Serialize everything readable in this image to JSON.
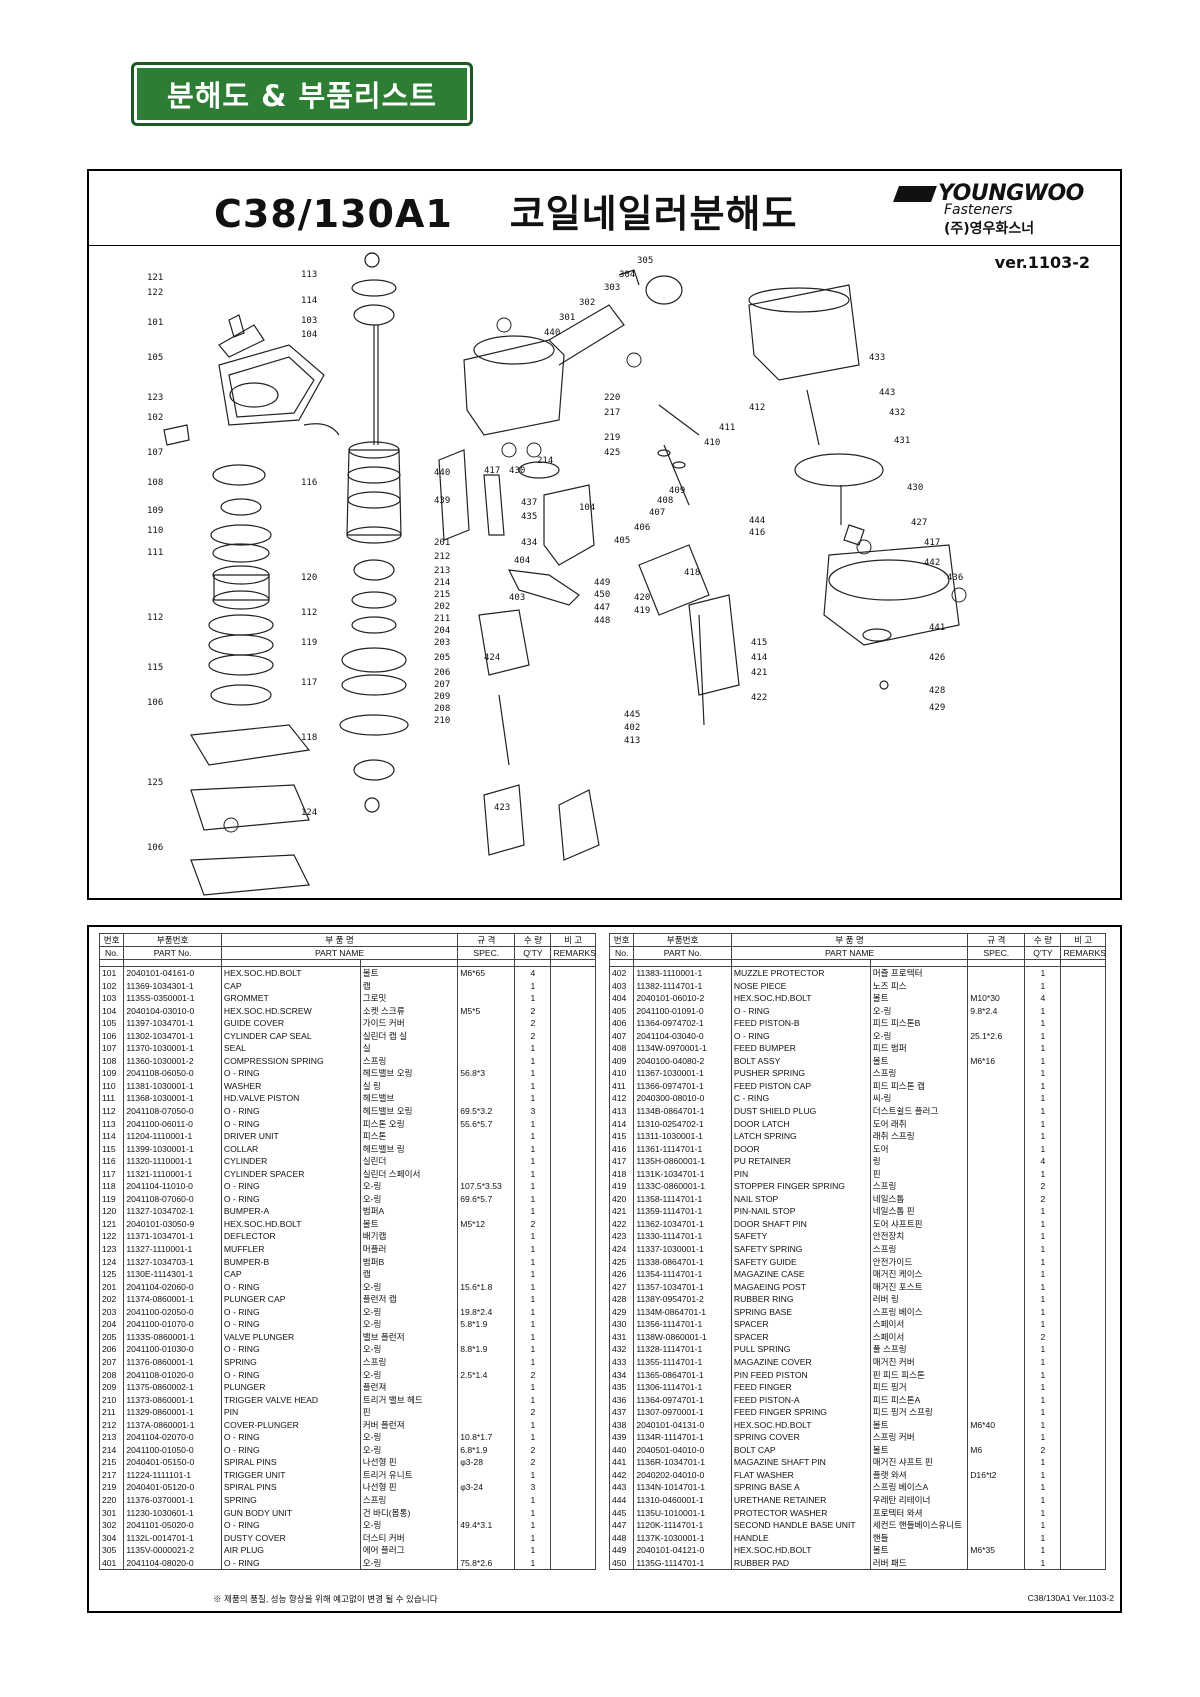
{
  "header": {
    "title": "분해도 & 부품리스트"
  },
  "diagram": {
    "title": "C38/130A1    코일네일러분해도",
    "brand": {
      "logo": "YOUNGWOO",
      "sub": "Fasteners",
      "kr": "(주)영우화스너"
    },
    "version": "ver.1103-2",
    "callouts": [
      "121",
      "122",
      "101",
      "105",
      "123",
      "102",
      "107",
      "108",
      "109",
      "110",
      "111",
      "112",
      "115",
      "106",
      "125",
      "106",
      "113",
      "114",
      "103",
      "104",
      "116",
      "120",
      "112",
      "119",
      "117",
      "118",
      "124",
      "440",
      "439",
      "201",
      "212",
      "213",
      "214",
      "215",
      "202",
      "211",
      "204",
      "203",
      "205",
      "206",
      "207",
      "209",
      "208",
      "210",
      "424",
      "423",
      "305",
      "304",
      "303",
      "302",
      "301",
      "440",
      "220",
      "217",
      "219",
      "425",
      "214",
      "417",
      "430",
      "437",
      "435",
      "434",
      "404",
      "403",
      "104",
      "405",
      "406",
      "407",
      "408",
      "409",
      "410",
      "411",
      "412",
      "449",
      "450",
      "447",
      "448",
      "420",
      "419",
      "418",
      "416",
      "444",
      "415",
      "414",
      "421",
      "422",
      "445",
      "402",
      "413",
      "433",
      "443",
      "432",
      "431",
      "430",
      "427",
      "417",
      "442",
      "436",
      "441",
      "426",
      "428",
      "429"
    ]
  },
  "table_headers": {
    "no_kr": "번호",
    "no_en": "No.",
    "part_no_kr": "부품번호",
    "part_no_en": "PART No.",
    "name_kr": "부 품 명",
    "name_en": "PART NAME",
    "spec_kr": "규 격",
    "spec_en": "SPEC.",
    "qty_kr": "수 량",
    "qty_en": "Q'TY",
    "rem_kr": "비 고",
    "rem_en": "REMARKS"
  },
  "left_rows": [
    [
      "101",
      "2040101-04161-0",
      "HEX.SOC.HD.BOLT",
      "볼트",
      "M6*65",
      "4"
    ],
    [
      "102",
      "11369-1034301-1",
      "CAP",
      "캡",
      "",
      "1"
    ],
    [
      "103",
      "1135S-0350001-1",
      "GROMMET",
      "그로밋",
      "",
      "1"
    ],
    [
      "104",
      "2040104-03010-0",
      "HEX.SOC.HD.SCREW",
      "소켓 스크류",
      "M5*5",
      "2"
    ],
    [
      "105",
      "11397-1034701-1",
      "GUIDE COVER",
      "가이드 커버",
      "",
      "2"
    ],
    [
      "106",
      "11302-1034701-1",
      "CYLINDER CAP SEAL",
      "실린더 캡 실",
      "",
      "2"
    ],
    [
      "107",
      "11370-1030001-1",
      "SEAL",
      "실",
      "",
      "1"
    ],
    [
      "108",
      "11360-1030001-2",
      "COMPRESSION SPRING",
      "스프링",
      "",
      "1"
    ],
    [
      "109",
      "2041108-06050-0",
      "O - RING",
      "헤드밸브 오링",
      "56.8*3",
      "1"
    ],
    [
      "110",
      "11381-1030001-1",
      "WASHER",
      "실 링",
      "",
      "1"
    ],
    [
      "111",
      "11368-1030001-1",
      "HD.VALVE PISTON",
      "헤드밸브",
      "",
      "1"
    ],
    [
      "112",
      "2041108-07050-0",
      "O - RING",
      "헤드밸브 오링",
      "69.5*3.2",
      "3"
    ],
    [
      "113",
      "2041100-06011-0",
      "O - RING",
      "피스톤 오링",
      "55.6*5.7",
      "1"
    ],
    [
      "114",
      "11204-1110001-1",
      "DRIVER UNIT",
      "피스톤",
      "",
      "1"
    ],
    [
      "115",
      "11399-1030001-1",
      "COLLAR",
      "헤드밸브 링",
      "",
      "1"
    ],
    [
      "116",
      "11320-1110001-1",
      "CYLINDER",
      "실린더",
      "",
      "1"
    ],
    [
      "117",
      "11321-1110001-1",
      "CYLINDER SPACER",
      "실린더 스페이서",
      "",
      "1"
    ],
    [
      "118",
      "2041104-11010-0",
      "O - RING",
      "오-링",
      "107.5*3.53",
      "1"
    ],
    [
      "119",
      "2041108-07060-0",
      "O - RING",
      "오-링",
      "69.6*5.7",
      "1"
    ],
    [
      "120",
      "11327-1034702-1",
      "BUMPER-A",
      "범퍼A",
      "",
      "1"
    ],
    [
      "121",
      "2040101-03050-9",
      "HEX.SOC.HD.BOLT",
      "볼트",
      "M5*12",
      "2"
    ],
    [
      "122",
      "11371-1034701-1",
      "DEFLECTOR",
      "배기캡",
      "",
      "1"
    ],
    [
      "123",
      "11327-1110001-1",
      "MUFFLER",
      "머플러",
      "",
      "1"
    ],
    [
      "124",
      "11327-1034703-1",
      "BUMPER-B",
      "범퍼B",
      "",
      "1"
    ],
    [
      "125",
      "1130E-1114301-1",
      "CAP",
      "캡",
      "",
      "1"
    ],
    [
      "201",
      "2041104-02060-0",
      "O - RING",
      "오-링",
      "15.6*1.8",
      "1"
    ],
    [
      "202",
      "11374-0860001-1",
      "PLUNGER CAP",
      "플런저 캡",
      "",
      "1"
    ],
    [
      "203",
      "2041100-02050-0",
      "O - RING",
      "오-링",
      "19.8*2.4",
      "1"
    ],
    [
      "204",
      "2041100-01070-0",
      "O - RING",
      "오-링",
      "5.8*1.9",
      "1"
    ],
    [
      "205",
      "1133S-0860001-1",
      "VALVE PLUNGER",
      "밸브 플런저",
      "",
      "1"
    ],
    [
      "206",
      "2041100-01030-0",
      "O - RING",
      "오-링",
      "8.8*1.9",
      "1"
    ],
    [
      "207",
      "11376-0860001-1",
      "SPRING",
      "스프링",
      "",
      "1"
    ],
    [
      "208",
      "2041108-01020-0",
      "O - RING",
      "오-링",
      "2.5*1.4",
      "2"
    ],
    [
      "209",
      "11375-0860002-1",
      "PLUNGER",
      "플런져",
      "",
      "1"
    ],
    [
      "210",
      "11373-0860001-1",
      "TRIGGER VALVE HEAD",
      "트리거 밸브 헤드",
      "",
      "1"
    ],
    [
      "211",
      "11329-0860001-1",
      "PIN",
      "핀",
      "",
      "2"
    ],
    [
      "212",
      "1137A-0860001-1",
      "COVER-PLUNGER",
      "커버 플런져",
      "",
      "1"
    ],
    [
      "213",
      "2041104-02070-0",
      "O - RING",
      "오-링",
      "10.8*1.7",
      "1"
    ],
    [
      "214",
      "2041100-01050-0",
      "O - RING",
      "오-링",
      "6.8*1.9",
      "2"
    ],
    [
      "215",
      "2040401-05150-0",
      "SPIRAL PINS",
      "나선형 핀",
      "φ3-28",
      "2"
    ],
    [
      "217",
      "11224-1111101-1",
      "TRIGGER UNIT",
      "트리거 유니트",
      "",
      "1"
    ],
    [
      "219",
      "2040401-05120-0",
      "SPIRAL PINS",
      "나선형 핀",
      "φ3-24",
      "3"
    ],
    [
      "220",
      "11376-0370001-1",
      "SPRING",
      "스프링",
      "",
      "1"
    ],
    [
      "301",
      "11230-1030601-1",
      "GUN BODY UNIT",
      "건 바디(몸통)",
      "",
      "1"
    ],
    [
      "302",
      "2041101-05020-0",
      "O - RING",
      "오-링",
      "49.4*3.1",
      "1"
    ],
    [
      "304",
      "1132L-0014701-1",
      "DUSTY COVER",
      "더스티 커버",
      "",
      "1"
    ],
    [
      "305",
      "1135V-0000021-2",
      "AIR PLUG",
      "에어 플러그",
      "",
      "1"
    ],
    [
      "401",
      "2041104-08020-0",
      "O - RING",
      "오-링",
      "75.8*2.6",
      "1"
    ]
  ],
  "right_rows": [
    [
      "402",
      "11383-1110001-1",
      "MUZZLE PROTECTOR",
      "머즐 프로텍터",
      "",
      "1"
    ],
    [
      "403",
      "11382-1114701-1",
      "NOSE PIECE",
      "노즈 피스",
      "",
      "1"
    ],
    [
      "404",
      "2040101-06010-2",
      "HEX.SOC.HD.BOLT",
      "볼트",
      "M10*30",
      "4"
    ],
    [
      "405",
      "2041100-01091-0",
      "O - RING",
      "오-링",
      "9.8*2.4",
      "1"
    ],
    [
      "406",
      "11364-0974702-1",
      "FEED PISTON-B",
      "피드 피스톤B",
      "",
      "1"
    ],
    [
      "407",
      "2041104-03040-0",
      "O - RING",
      "오-링",
      "25.1*2.6",
      "1"
    ],
    [
      "408",
      "1134W-0970001-1",
      "FEED BUMPER",
      "피드 범퍼",
      "",
      "1"
    ],
    [
      "409",
      "2040100-04080-2",
      "BOLT ASSY",
      "볼트",
      "M6*16",
      "1"
    ],
    [
      "410",
      "11367-1030001-1",
      "PUSHER SPRING",
      "스프링",
      "",
      "1"
    ],
    [
      "411",
      "11366-0974701-1",
      "FEED PISTON CAP",
      "피드 피스톤 캡",
      "",
      "1"
    ],
    [
      "412",
      "2040300-08010-0",
      "C - RING",
      "씨-링",
      "",
      "1"
    ],
    [
      "413",
      "1134B-0864701-1",
      "DUST SHIELD PLUG",
      "더스트쉴드 플러그",
      "",
      "1"
    ],
    [
      "414",
      "11310-0254702-1",
      "DOOR LATCH",
      "도어 래취",
      "",
      "1"
    ],
    [
      "415",
      "11311-1030001-1",
      "LATCH SPRING",
      "래취 스프링",
      "",
      "1"
    ],
    [
      "416",
      "11361-1114701-1",
      "DOOR",
      "도어",
      "",
      "1"
    ],
    [
      "417",
      "1135H-0860001-1",
      "PU RETAINER",
      "링",
      "",
      "4"
    ],
    [
      "418",
      "1131K-1034701-1",
      "PIN",
      "핀",
      "",
      "1"
    ],
    [
      "419",
      "1133C-0860001-1",
      "STOPPER FINGER SPRING",
      "스프링",
      "",
      "2"
    ],
    [
      "420",
      "11358-1114701-1",
      "NAIL STOP",
      "네일스톱",
      "",
      "2"
    ],
    [
      "421",
      "11359-1114701-1",
      "PIN-NAIL STOP",
      "네일스톱 핀",
      "",
      "1"
    ],
    [
      "422",
      "11362-1034701-1",
      "DOOR SHAFT PIN",
      "도어 샤프트핀",
      "",
      "1"
    ],
    [
      "423",
      "11330-1114701-1",
      "SAFETY",
      "안전장치",
      "",
      "1"
    ],
    [
      "424",
      "11337-1030001-1",
      "SAFETY SPRING",
      "스프링",
      "",
      "1"
    ],
    [
      "425",
      "11338-0864701-1",
      "SAFETY GUIDE",
      "안전가이드",
      "",
      "1"
    ],
    [
      "426",
      "11354-1114701-1",
      "MAGAZINE CASE",
      "매거진 케이스",
      "",
      "1"
    ],
    [
      "427",
      "11357-1034701-1",
      "MAGAEING POST",
      "매거진 포스트",
      "",
      "1"
    ],
    [
      "428",
      "1138Y-0954701-2",
      "RUBBER RING",
      "러버 링",
      "",
      "1"
    ],
    [
      "429",
      "1134M-0864701-1",
      "SPRING BASE",
      "스프링 베이스",
      "",
      "1"
    ],
    [
      "430",
      "11356-1114701-1",
      "SPACER",
      "스페이서",
      "",
      "1"
    ],
    [
      "431",
      "1138W-0860001-1",
      "SPACER",
      "스페이서",
      "",
      "2"
    ],
    [
      "432",
      "11328-1114701-1",
      "PULL SPRING",
      "풀 스프링",
      "",
      "1"
    ],
    [
      "433",
      "11355-1114701-1",
      "MAGAZINE COVER",
      "매거진 커버",
      "",
      "1"
    ],
    [
      "434",
      "11365-0864701-1",
      "PIN FEED PISTON",
      "핀 피드 피스톤",
      "",
      "1"
    ],
    [
      "435",
      "11306-1114701-1",
      "FEED FINGER",
      "피드 핑거",
      "",
      "1"
    ],
    [
      "436",
      "11364-0974701-1",
      "FEED PISTON-A",
      "피드 피스톤A",
      "",
      "1"
    ],
    [
      "437",
      "11307-0970001-1",
      "FEED FINGER SPRING",
      "피드 핑거 스프링",
      "",
      "1"
    ],
    [
      "438",
      "2040101-04131-0",
      "HEX.SOC.HD.BOLT",
      "볼트",
      "M6*40",
      "1"
    ],
    [
      "439",
      "1134R-1114701-1",
      "SPRING COVER",
      "스프링 커버",
      "",
      "1"
    ],
    [
      "440",
      "2040501-04010-0",
      "BOLT CAP",
      "볼트",
      "M6",
      "2"
    ],
    [
      "441",
      "1136R-1034701-1",
      "MAGAZINE SHAFT PIN",
      "매거진 샤프트 핀",
      "",
      "1"
    ],
    [
      "442",
      "2040202-04010-0",
      "FLAT WASHER",
      "플랫 와셔",
      "D16*t2",
      "1"
    ],
    [
      "443",
      "1134N-1014701-1",
      "SPRING BASE A",
      "스프링 베이스A",
      "",
      "1"
    ],
    [
      "444",
      "11310-0460001-1",
      "URETHANE RETAINER",
      "우레탄 리테이너",
      "",
      "1"
    ],
    [
      "445",
      "1135U-1010001-1",
      "PROTECTOR WASHER",
      "프로텍터 와셔",
      "",
      "1"
    ],
    [
      "447",
      "1120K-1114701-1",
      "SECOND HANDLE BASE UNIT",
      "세컨드 핸들베이스유니트",
      "",
      "1"
    ],
    [
      "448",
      "1137K-1030001-1",
      "HANDLE",
      "핸들",
      "",
      "1"
    ],
    [
      "449",
      "2040101-04121-0",
      "HEX.SOC.HD.BOLT",
      "볼트",
      "M6*35",
      "1"
    ],
    [
      "450",
      "1135G-1114701-1",
      "RUBBER PAD",
      "러버 패드",
      "",
      "1"
    ]
  ],
  "footer": {
    "note": "※ 제품의 품질, 성능 향상을 위해 예고없이 변경 될 수 있습니다",
    "version": "C38/130A1 Ver.1103-2"
  }
}
